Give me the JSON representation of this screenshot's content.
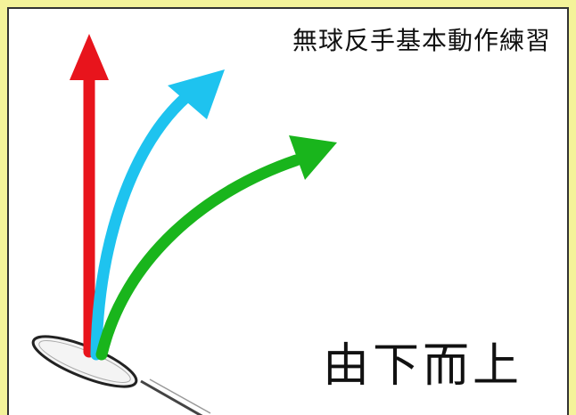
{
  "title": "無球反手基本動作練習",
  "caption": "由下而上",
  "colors": {
    "page_background": "#f4f39a",
    "red_arrow": "#e8141c",
    "blue_arrow": "#1ec3ef",
    "green_arrow": "#19b51c"
  },
  "arrows": [
    {
      "name": "vertical",
      "color": "red_arrow"
    },
    {
      "name": "diagonal",
      "color": "blue_arrow"
    },
    {
      "name": "flat",
      "color": "green_arrow"
    }
  ]
}
